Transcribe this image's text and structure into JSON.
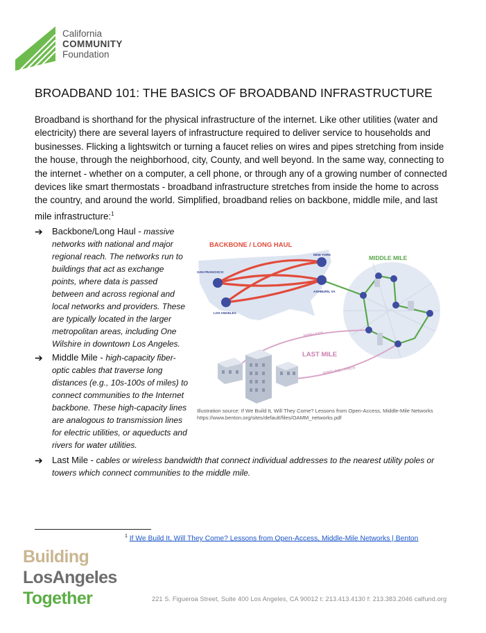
{
  "header": {
    "org_line1": "California",
    "org_line2": "COMMUNITY",
    "org_line3": "Foundation"
  },
  "title": "BROADBAND 101: THE BASICS OF BROADBAND INFRASTRUCTURE",
  "intro": "Broadband is shorthand for the physical infrastructure of the internet. Like other utilities (water and electricity) there are several layers of infrastructure required to deliver service to households and businesses. Flicking a lightswitch or turning a faucet relies on wires and pipes stretching from inside the house, through the neighborhood, city, County, and well beyond. In the same way, connecting to the internet - whether on a computer, a cell phone, or through any of a growing number of connected devices like smart thermostats - broadband infrastructure stretches from inside the home to across the country, and around the world. Simplified, broadband relies on backbone, middle mile, and last mile infrastructure:",
  "intro_footnote_ref": "1",
  "bullets": [
    {
      "term": "Backbone/Long Haul",
      "desc": "massive networks with national and major regional reach. The networks run to buildings that act as exchange points, where data is passed between and across regional and local networks and providers. These are typically located in the larger metropolitan areas, including One Wilshire in downtown Los Angeles."
    },
    {
      "term": "Middle Mile",
      "desc": "high-capacity fiber-optic cables that traverse long distances (e.g., 10s-100s of miles) to connect communities to the Internet backbone. These high-capacity lines are analogous to transmission lines for electric utilities, or aqueducts and rivers for water utilities."
    },
    {
      "term": "Last Mile",
      "desc": "cables or wireless bandwidth that connect individual addresses to the nearest utility poles or towers which connect communities to the middle mile."
    }
  ],
  "bullet_separator": " - ",
  "figure": {
    "backbone_label": "BACKBONE / LONG HAUL",
    "middle_label": "MIDDLE  MILE",
    "last_label": "LAST MILE",
    "wireless_label": "WIRELESS",
    "wireline_label": "WIRELINE / FIBER",
    "cities": {
      "new_york": "NEW YORK",
      "san_francisco": "SAN FRANCISCO",
      "ashburn": "ASHBURN, VA",
      "los_angeles": "LOS ANGELES"
    },
    "colors": {
      "backbone": "#e24b3b",
      "middle": "#58a84a",
      "last": "#d9a6c8",
      "node": "#3d4da0",
      "map": "#dde4f1"
    }
  },
  "caption_line1": "Illustration source: If We Build It, Will They Come? Lessons from Open-Access, Middle-Mile Networks",
  "caption_line2": "https://www.benton.org/sites/default/files/OAMM_networks.pdf",
  "footnote": {
    "num": "1",
    "link_text": "If We Build It, Will They Come? Lessons from Open-Access, Middle-Mile Networks | Benton"
  },
  "footer": {
    "line1": "Building",
    "line2": "LosAngeles",
    "line3": "Together",
    "address": "221 S. Figueroa Street, Suite 400   Los Angeles, CA 90012   t: 213.413.4130   f: 213.383.2046   calfund.org"
  }
}
